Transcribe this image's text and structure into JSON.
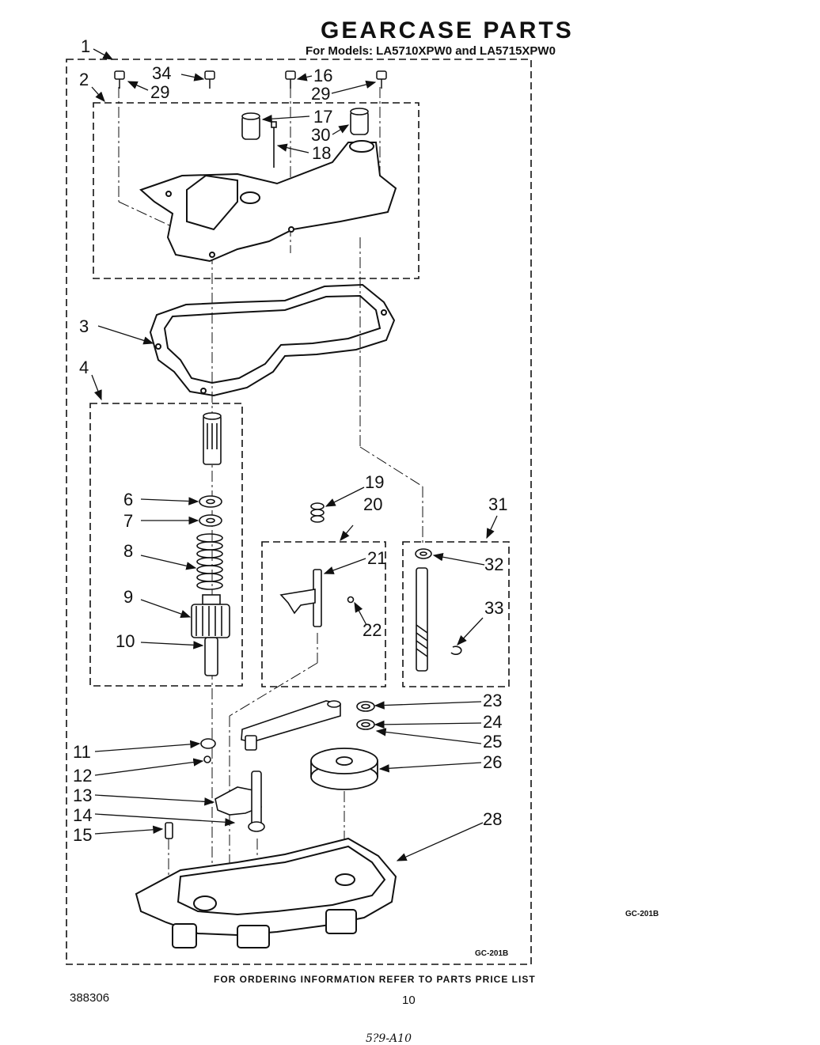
{
  "header": {
    "title": "GEARCASE PARTS",
    "subtitle": "For Models: LA5710XPW0 and  LA5715XPW0"
  },
  "footer": {
    "ordering_note": "FOR ORDERING INFORMATION REFER TO PARTS PRICE LIST",
    "document_number": "388306",
    "page_number": "10",
    "diagram_code_right": "GC-201B",
    "diagram_code_inner": "GC-201B",
    "bottom_note": "5?9-A10"
  },
  "part_callouts": [
    {
      "id": "p1",
      "number": "1"
    },
    {
      "id": "p2",
      "number": "2"
    },
    {
      "id": "p3",
      "number": "3"
    },
    {
      "id": "p4",
      "number": "4"
    },
    {
      "id": "p6",
      "number": "6"
    },
    {
      "id": "p7",
      "number": "7"
    },
    {
      "id": "p8",
      "number": "8"
    },
    {
      "id": "p9",
      "number": "9"
    },
    {
      "id": "p10",
      "number": "10"
    },
    {
      "id": "p11",
      "number": "11"
    },
    {
      "id": "p12",
      "number": "12"
    },
    {
      "id": "p13",
      "number": "13"
    },
    {
      "id": "p14",
      "number": "14"
    },
    {
      "id": "p15",
      "number": "15"
    },
    {
      "id": "p16",
      "number": "16"
    },
    {
      "id": "p17",
      "number": "17"
    },
    {
      "id": "p18",
      "number": "18"
    },
    {
      "id": "p19",
      "number": "19"
    },
    {
      "id": "p20",
      "number": "20"
    },
    {
      "id": "p21",
      "number": "21"
    },
    {
      "id": "p22",
      "number": "22"
    },
    {
      "id": "p23",
      "number": "23"
    },
    {
      "id": "p24",
      "number": "24"
    },
    {
      "id": "p25",
      "number": "25"
    },
    {
      "id": "p26",
      "number": "26"
    },
    {
      "id": "p28",
      "number": "28"
    },
    {
      "id": "p29a",
      "number": "29"
    },
    {
      "id": "p29b",
      "number": "29"
    },
    {
      "id": "p30",
      "number": "30"
    },
    {
      "id": "p31",
      "number": "31"
    },
    {
      "id": "p32",
      "number": "32"
    },
    {
      "id": "p33",
      "number": "33"
    },
    {
      "id": "p34",
      "number": "34"
    }
  ]
}
